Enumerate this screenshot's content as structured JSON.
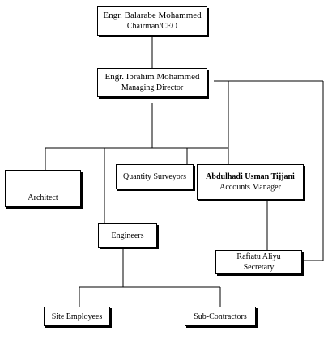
{
  "chart": {
    "ceo": {
      "name": "Engr. Balarabe Mohammed",
      "title": "Chairman/CEO"
    },
    "md": {
      "name": "Engr. Ibrahim Mohammed",
      "title": "Managing  Director"
    },
    "architect": {
      "label": "Architect"
    },
    "qs": {
      "label": "Quantity  Surveyors"
    },
    "accounts": {
      "name": "Abdulhadi Usman  Tijjani",
      "title": "Accounts Manager"
    },
    "engineers": {
      "label": "Engineers"
    },
    "secretary": {
      "name": "Rafiatu  Aliyu",
      "title": "Secretary"
    },
    "site": {
      "label": "Site Employees"
    },
    "sub": {
      "label": "Sub-Contractors"
    }
  }
}
